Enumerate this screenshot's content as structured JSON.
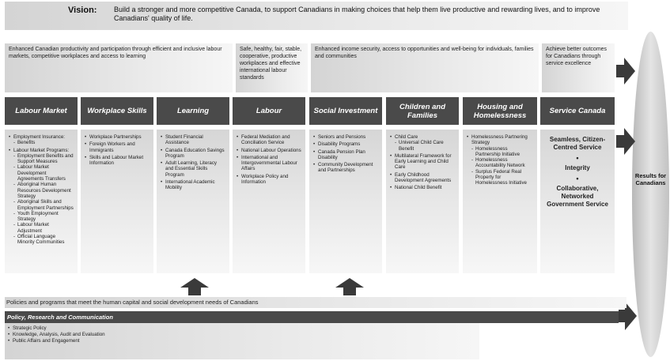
{
  "vision": {
    "label": "Vision:",
    "text": "Build a stronger and more competitive Canada, to support Canadians in making choices that help them live productive and rewarding lives, and to improve Canadians' quality of life."
  },
  "outcomes": [
    "Enhanced Canadian productivity and participation through efficient and inclusive labour markets, competitive workplaces and access to learning",
    "Safe, healthy, fair, stable, cooperative, productive workplaces and effective international labour standards",
    "Enhanced income security, access to opportunities and well-being for individuals, families and communities",
    "Achieve better outcomes for Canadians through service excellence"
  ],
  "headers": [
    "Labour Market",
    "Workplace Skills",
    "Learning",
    "Labour",
    "Social Investment",
    "Children and Families",
    "Housing and Homelessness",
    "Service Canada"
  ],
  "columns": {
    "labour_market": [
      {
        "t": "Employment Insurance:",
        "k": "main"
      },
      {
        "t": "Benefits",
        "k": "sub"
      },
      {
        "t": "Labour Market Programs:",
        "k": "main"
      },
      {
        "t": "Employment Benefits and Support Measures",
        "k": "sub"
      },
      {
        "t": "Labour Market Development Agreements Transfers",
        "k": "sub"
      },
      {
        "t": "Aboriginal Human Resources Development Strategy",
        "k": "sub"
      },
      {
        "t": "Aboriginal Skills and Employment Partnerships",
        "k": "sub"
      },
      {
        "t": "Youth Employment Strategy",
        "k": "sub"
      },
      {
        "t": "Labour Market Adjustment",
        "k": "sub"
      },
      {
        "t": "Official Language Minority Communities",
        "k": "sub"
      }
    ],
    "workplace_skills": [
      {
        "t": "Workplace Partnerships",
        "k": "main"
      },
      {
        "t": "Foreign Workers and Immigrants",
        "k": "main"
      },
      {
        "t": "Skills and Labour Market Information",
        "k": "main"
      }
    ],
    "learning": [
      {
        "t": "Student Financial Assistance",
        "k": "main"
      },
      {
        "t": "Canada Education Savings Program",
        "k": "main"
      },
      {
        "t": "Adult Learning, Literacy and Essential Skills Program",
        "k": "main"
      },
      {
        "t": "International Academic Mobility",
        "k": "main"
      }
    ],
    "labour": [
      {
        "t": "Federal Mediation and Conciliation Service",
        "k": "main"
      },
      {
        "t": "National Labour Operations",
        "k": "main"
      },
      {
        "t": "International and Intergovernmental Labour Affairs",
        "k": "main"
      },
      {
        "t": "Workplace Policy and Information",
        "k": "main"
      }
    ],
    "social_investment": [
      {
        "t": "Seniors and Pensions",
        "k": "main"
      },
      {
        "t": "Disability Programs",
        "k": "main"
      },
      {
        "t": "Canada Pension Plan Disability",
        "k": "main"
      },
      {
        "t": "Community Development and Partnerships",
        "k": "main"
      }
    ],
    "children_families": [
      {
        "t": "Child Care",
        "k": "main"
      },
      {
        "t": "Universal Child Care Benefit",
        "k": "sub"
      },
      {
        "t": "Multilateral Framework for Early Learning and Child Care",
        "k": "main"
      },
      {
        "t": "Early Childhood Development Agreements",
        "k": "main"
      },
      {
        "t": "National Child Benefit",
        "k": "main"
      }
    ],
    "housing_homelessness": [
      {
        "t": "Homelessness Partnering Strategy",
        "k": "main"
      },
      {
        "t": "Homelessness Partnership Initiative",
        "k": "sub"
      },
      {
        "t": "Homelessness Accountability Network",
        "k": "sub"
      },
      {
        "t": "Surplus Federal Real Property for Homelessness Initiative",
        "k": "sub"
      }
    ]
  },
  "service_canada": {
    "line1": "Seamless, Citizen-Centred Service",
    "bullet": "•",
    "line2": "Integrity",
    "line3": "Collaborative, Networked Government Service"
  },
  "results": "Results for Canadians",
  "policies_text": "Policies and programs that meet the human capital and social development needs of Canadians",
  "policy_bar": "Policy, Research and Communication",
  "policy_items": [
    "Strategic Policy",
    "Knowledge, Analysis, Audit and Evaluation",
    "Public Affairs and Engagement"
  ]
}
